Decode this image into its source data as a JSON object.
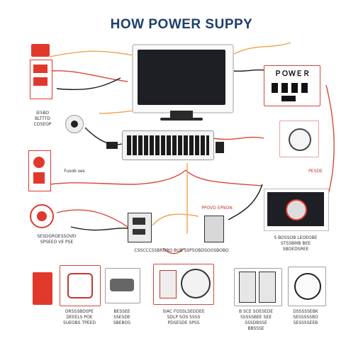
{
  "title": "HOW POWER SUPPY",
  "colors": {
    "title": "#1f3f6b",
    "accent_red": "#e0392c",
    "wire_orange": "#f0a24a",
    "wire_dark": "#1a1a1a",
    "monitor_screen": "#1d1f24"
  },
  "captions": {
    "right_keypad": "ＰＯＷＥＲ",
    "left_top": "IE5BO\nBLTTTD\nCOSEOP",
    "left_mid": "Fusob ses",
    "right_mid": "PESDE",
    "center_upper": "PPOVD EPNON",
    "left_lower": "SESDGROESSOVEI\nSPSEEO VE PSE",
    "center_row": "CSSCCCSSBROBO BUB SSPSOBDSOOSBOBO",
    "right_lower": "S BOSSOB LEOEOBE\nSTSSBMB BEE\nSBOEDSREE",
    "bottom_1": "DRSSSBDSPE\nDEEELS POE\nSUEOBS TPEED",
    "bottom_2": "BESSEE\nSSESDE\nSBEBOS",
    "bottom_3": "SIAC FOSSLSEDDEE\nSDLP SOS SSSS\nPDSESDE SPSS",
    "bottom_4": "B SCE SOESEDE\nSSSSSBEE SEE\nSSSDBSSE\nBBSSSE",
    "bottom_5": "DSSSSSEBK\nSESSSSSBO\nSESSSSEEB"
  }
}
